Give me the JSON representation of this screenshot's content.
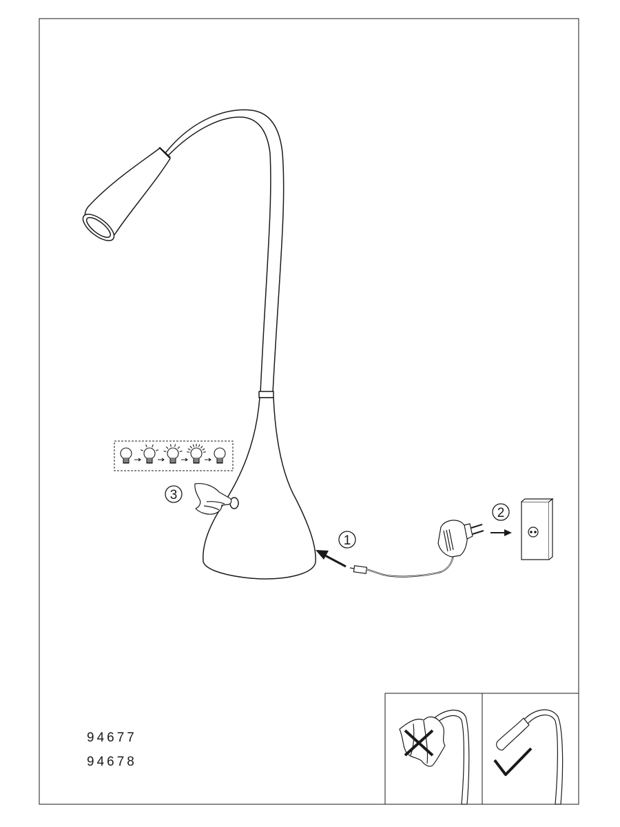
{
  "model_numbers": [
    "94677",
    "94678"
  ],
  "steps": {
    "step1": "1",
    "step2": "2",
    "step3": "3"
  },
  "brightness_sequence": [
    "off",
    "low",
    "medium",
    "high",
    "off"
  ],
  "colors": {
    "line": "#1a1a1a",
    "background": "#ffffff"
  },
  "icons": [
    "lamp-head",
    "power-adapter-icon",
    "wall-socket-icon",
    "hand-touch-icon",
    "bulb-icon",
    "cross-icon",
    "check-icon"
  ]
}
